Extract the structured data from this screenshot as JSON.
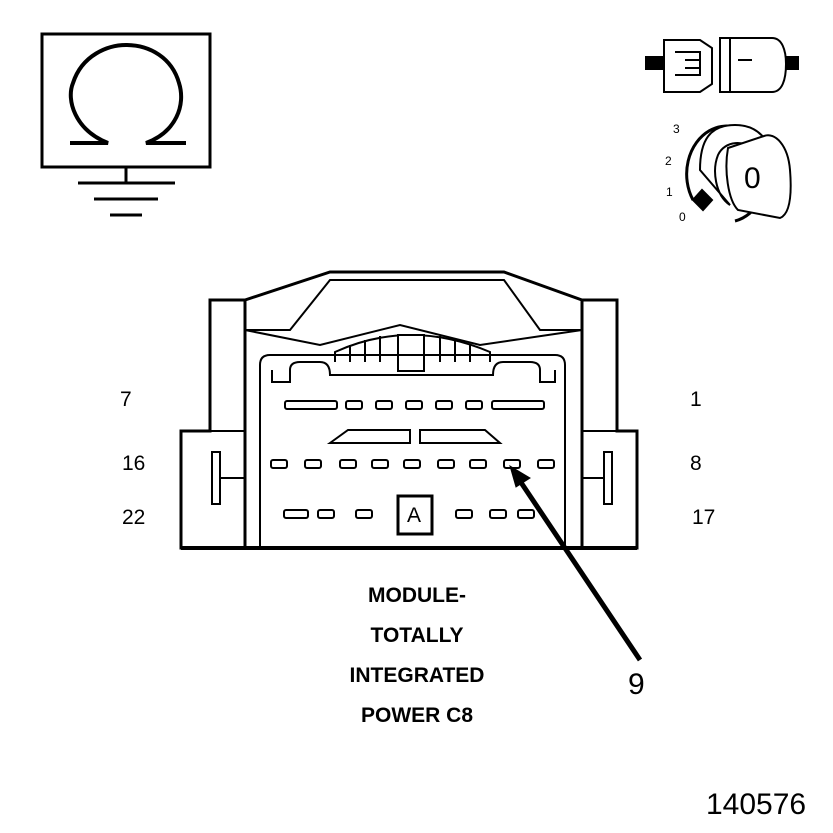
{
  "ignition": {
    "positions": [
      "3",
      "2",
      "1",
      "0"
    ],
    "key_label": "0"
  },
  "connector": {
    "pin_labels": {
      "top_left": "7",
      "top_right": "1",
      "mid_left": "16",
      "mid_right": "8",
      "bottom_left": "22",
      "bottom_right": "17"
    },
    "cavity_mark": "A",
    "callout_pin": "9"
  },
  "caption": {
    "line1": "MODULE-",
    "line2": "TOTALLY",
    "line3": "INTEGRATED",
    "line4": "POWER C8"
  },
  "figure_number": "140576"
}
